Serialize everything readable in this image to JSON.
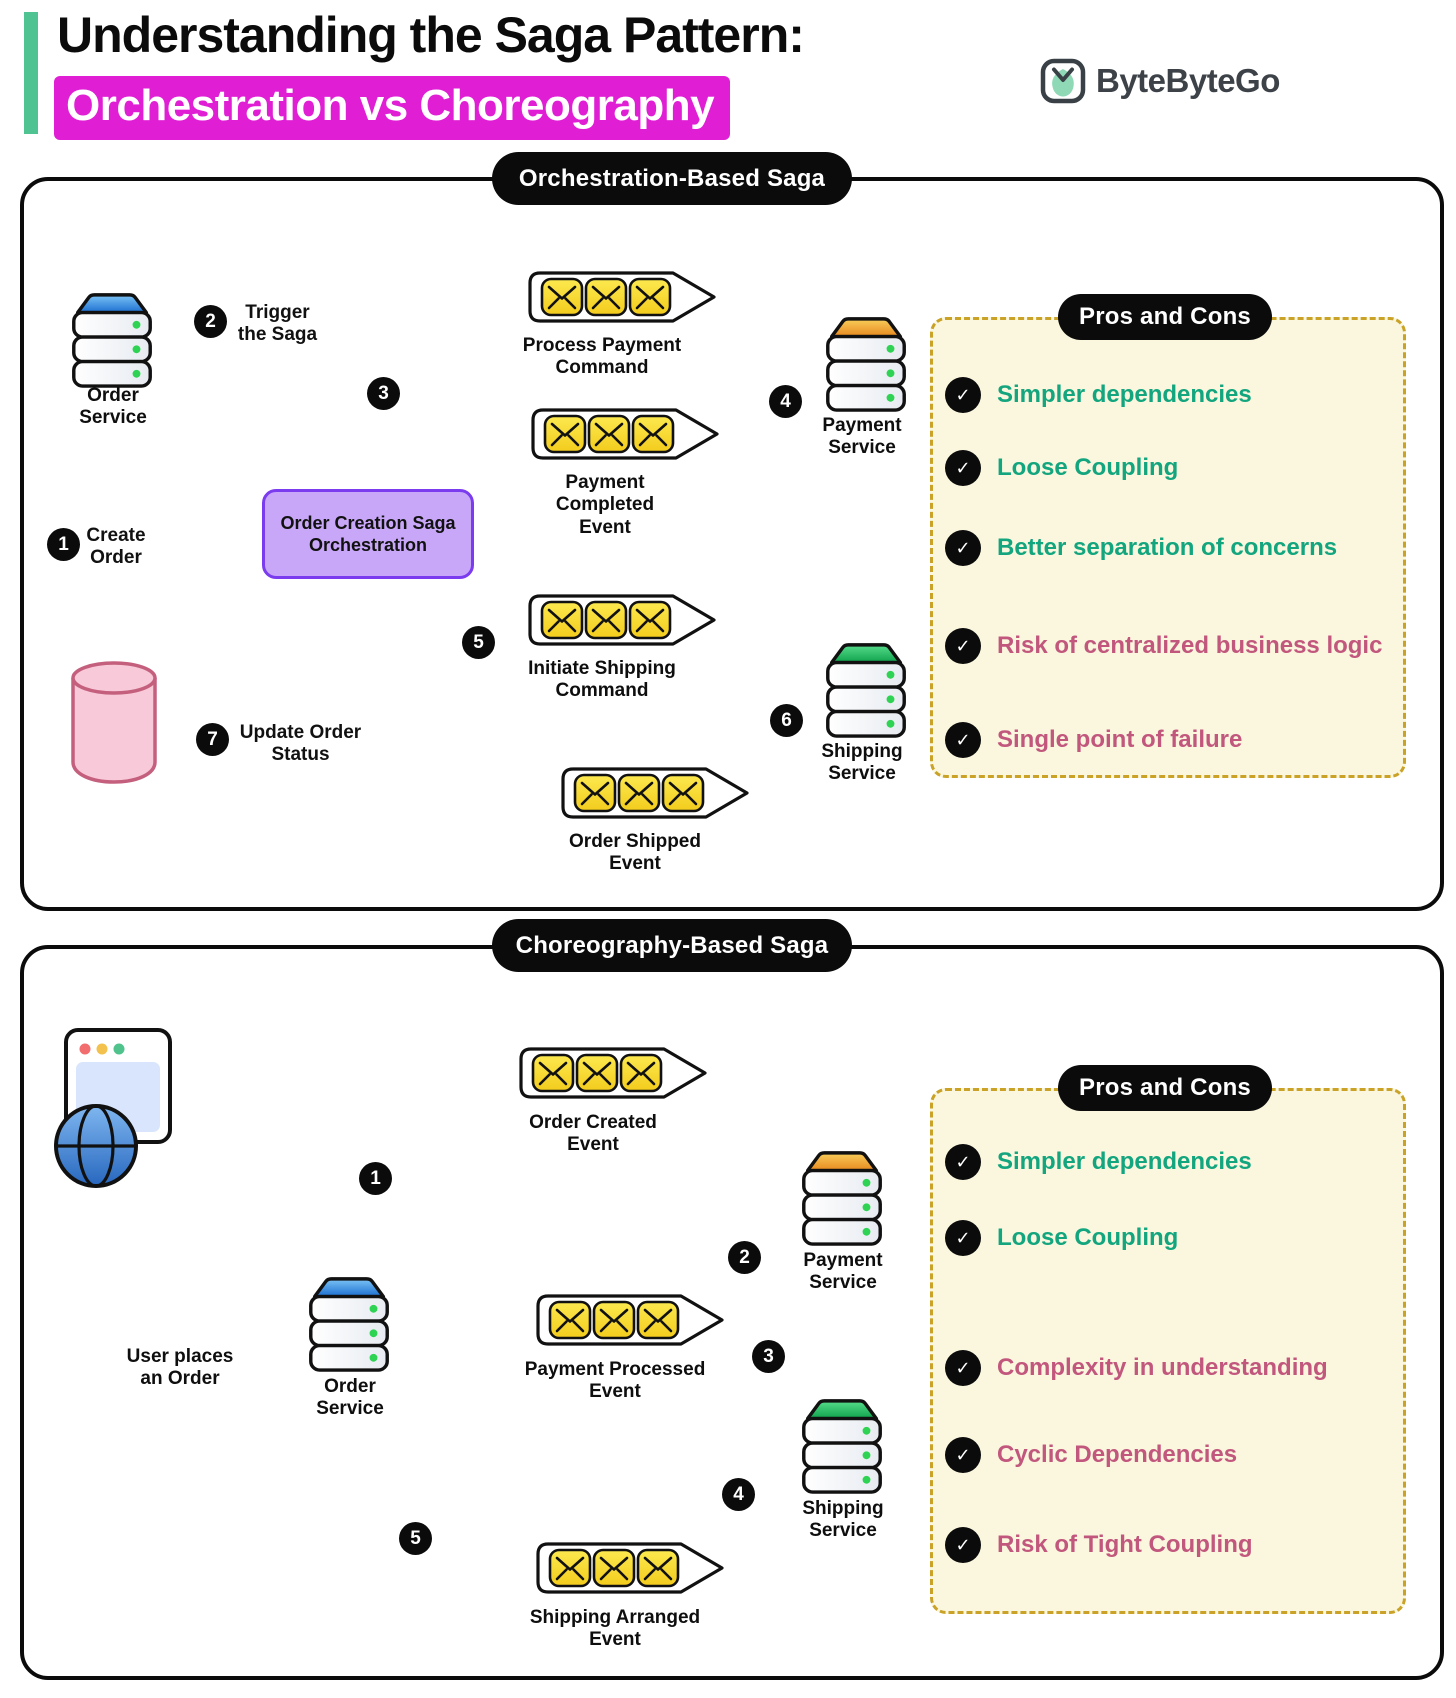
{
  "header": {
    "title_line1": "Understanding the Saga Pattern:",
    "title_line2": "Orchestration vs Choreography",
    "brand": "ByteByteGo"
  },
  "colors": {
    "accent_green": "#4FC392",
    "highlight_magenta": "#E01FD5",
    "pro_green": "#12A57E",
    "con_pink": "#C2577D",
    "envelope_yellow": "#F8DC35",
    "orchestrator_purple": "#C9A7F8",
    "pros_cons_bg": "#FAF7DE",
    "pros_cons_border": "#C9A227"
  },
  "panel1": {
    "title": "Orchestration-Based Saga",
    "nodes": {
      "order_service": {
        "l1": "Order",
        "l2": "Service"
      },
      "payment_service": {
        "l1": "Payment",
        "l2": "Service"
      },
      "shipping_service": {
        "l1": "Shipping",
        "l2": "Service"
      },
      "orchestrator": {
        "l1": "Order Creation Saga",
        "l2": "Orchestration"
      }
    },
    "messages": {
      "process_payment": {
        "l1": "Process Payment",
        "l2": "Command"
      },
      "payment_completed": {
        "l1": "Payment Completed",
        "l2": "Event"
      },
      "initiate_shipping": {
        "l1": "Initiate Shipping",
        "l2": "Command"
      },
      "order_shipped": {
        "l1": "Order Shipped",
        "l2": "Event"
      }
    },
    "steps": {
      "s1": {
        "n": "1",
        "l1": "Create",
        "l2": "Order"
      },
      "s2": {
        "n": "2",
        "l1": "Trigger",
        "l2": "the Saga"
      },
      "s3": {
        "n": "3"
      },
      "s4": {
        "n": "4"
      },
      "s5": {
        "n": "5"
      },
      "s6": {
        "n": "6"
      },
      "s7": {
        "n": "7",
        "l1": "Update Order",
        "l2": "Status"
      }
    },
    "pros_cons": {
      "title": "Pros and Cons",
      "pros": [
        "Simpler dependencies",
        "Loose Coupling",
        "Better separation of concerns"
      ],
      "cons": [
        "Risk of centralized business logic",
        "Single point of failure"
      ]
    }
  },
  "panel2": {
    "title": "Choreography-Based Saga",
    "nodes": {
      "user": {
        "l1": "User places",
        "l2": "an Order"
      },
      "order_service": {
        "l1": "Order",
        "l2": "Service"
      },
      "payment_service": {
        "l1": "Payment",
        "l2": "Service"
      },
      "shipping_service": {
        "l1": "Shipping",
        "l2": "Service"
      }
    },
    "messages": {
      "order_created": {
        "l1": "Order Created",
        "l2": "Event"
      },
      "payment_processed": {
        "l1": "Payment Processed",
        "l2": "Event"
      },
      "shipping_arranged": {
        "l1": "Shipping Arranged",
        "l2": "Event"
      }
    },
    "steps": {
      "s1": {
        "n": "1"
      },
      "s2": {
        "n": "2"
      },
      "s3": {
        "n": "3"
      },
      "s4": {
        "n": "4"
      },
      "s5": {
        "n": "5"
      }
    },
    "pros_cons": {
      "title": "Pros and Cons",
      "pros": [
        "Simpler dependencies",
        "Loose Coupling"
      ],
      "cons": [
        "Complexity in understanding",
        "Cyclic Dependencies",
        "Risk of Tight Coupling"
      ]
    }
  }
}
